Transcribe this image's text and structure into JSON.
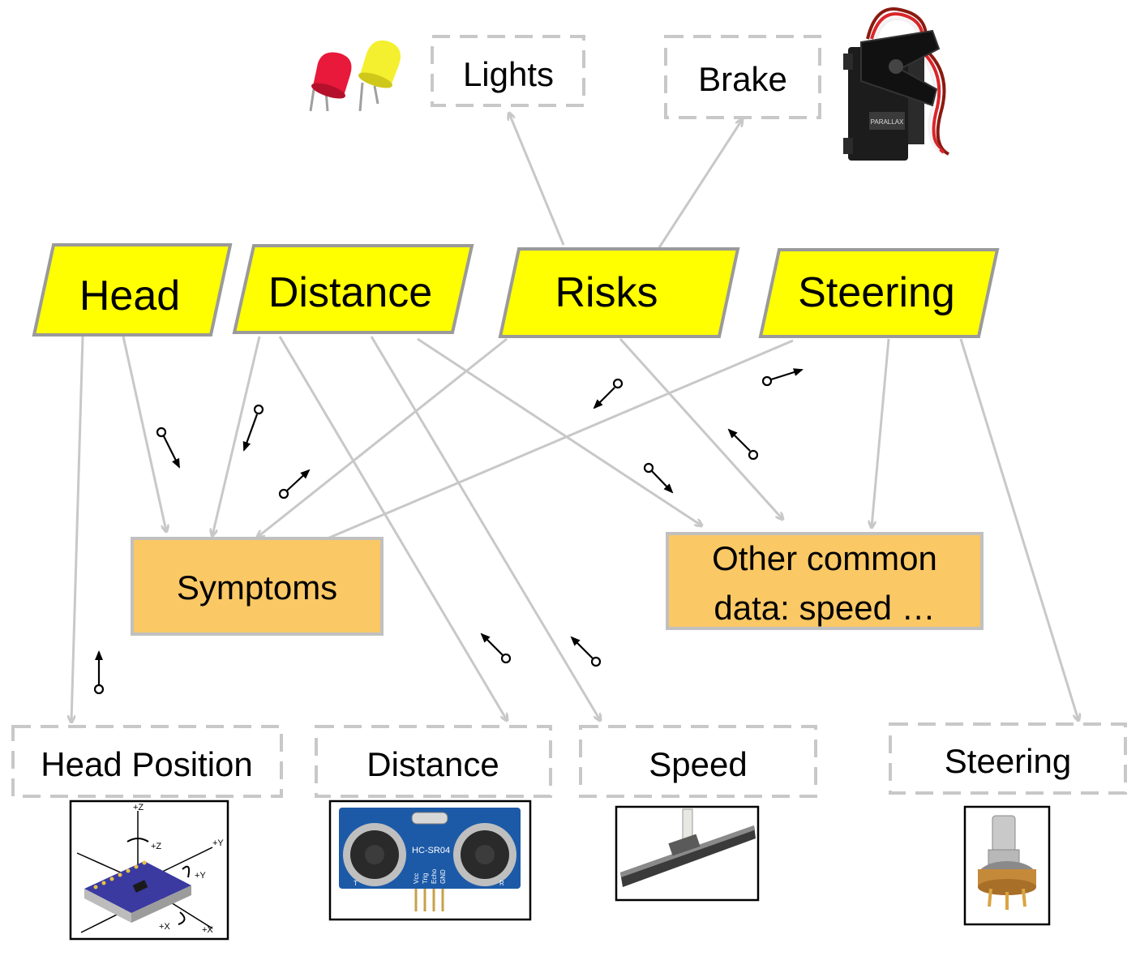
{
  "modules": {
    "head": "Head",
    "distance": "Distance",
    "risks": "Risks",
    "steering": "Steering"
  },
  "shared": {
    "symptoms": "Symptoms",
    "other_line1": "Other common",
    "other_line2": "data: speed …"
  },
  "actuators": {
    "lights": "Lights",
    "brake": "Brake"
  },
  "sensors": {
    "head_position": "Head Position",
    "distance": "Distance",
    "speed": "Speed",
    "steering": "Steering"
  },
  "photo_text": {
    "servo_brand": "PARALLAX",
    "ultrasonic_model": "HC-SR04",
    "ultrasonic_pins": [
      "Vcc",
      "Trig",
      "Echo",
      "GND"
    ],
    "ultrasonic_t": "T",
    "ultrasonic_r": "R",
    "imu_axes": [
      "+Z",
      "+Z",
      "+Y",
      "+Y",
      "+X",
      "+X"
    ]
  },
  "colors": {
    "module_fill": "#ffff00",
    "shared_fill": "#fac864",
    "edge_gray": "#c8c8c8"
  }
}
